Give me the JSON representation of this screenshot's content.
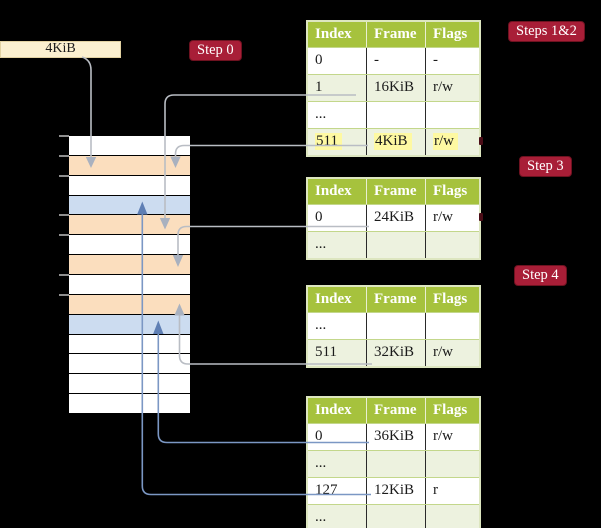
{
  "memory": {
    "page_size_label": "4KiB",
    "row_colors": [
      "white",
      "orange",
      "white",
      "blue",
      "orange",
      "white",
      "orange",
      "white",
      "orange",
      "blue",
      "white",
      "white",
      "white",
      "white"
    ],
    "tick_boundaries": [
      0,
      1,
      2,
      4,
      5,
      7,
      8
    ],
    "palette": {
      "white": "#ffffff",
      "orange": "#fbdebe",
      "blue": "#ccdcf0"
    }
  },
  "steps": {
    "step0": "Step 0",
    "steps12": "Steps 1&2",
    "step3": "Step 3",
    "step4": "Step 4"
  },
  "tables": [
    {
      "name": "page-table-1",
      "headers": [
        "Index",
        "Frame",
        "Flags"
      ],
      "rows": [
        {
          "cells": [
            "0",
            "-",
            "-"
          ],
          "shade": false,
          "highlight": false
        },
        {
          "cells": [
            "1",
            "16KiB",
            "r/w"
          ],
          "shade": true,
          "highlight": false
        },
        {
          "cells": [
            "...",
            "",
            ""
          ],
          "shade": false,
          "highlight": false
        },
        {
          "cells": [
            "511",
            "4KiB",
            "r/w"
          ],
          "shade": true,
          "highlight": true
        }
      ]
    },
    {
      "name": "page-table-2",
      "headers": [
        "Index",
        "Frame",
        "Flags"
      ],
      "rows": [
        {
          "cells": [
            "0",
            "24KiB",
            "r/w"
          ],
          "shade": false,
          "highlight": false
        },
        {
          "cells": [
            "...",
            "",
            ""
          ],
          "shade": true,
          "highlight": false
        }
      ]
    },
    {
      "name": "page-table-3",
      "headers": [
        "Index",
        "Frame",
        "Flags"
      ],
      "rows": [
        {
          "cells": [
            "...",
            "",
            ""
          ],
          "shade": false,
          "highlight": false
        },
        {
          "cells": [
            "511",
            "32KiB",
            "r/w"
          ],
          "shade": true,
          "highlight": false
        }
      ]
    },
    {
      "name": "page-table-4",
      "headers": [
        "Index",
        "Frame",
        "Flags"
      ],
      "rows": [
        {
          "cells": [
            "0",
            "36KiB",
            "r/w"
          ],
          "shade": false,
          "highlight": false
        },
        {
          "cells": [
            "...",
            "",
            ""
          ],
          "shade": true,
          "highlight": false
        },
        {
          "cells": [
            "127",
            "12KiB",
            "r"
          ],
          "shade": false,
          "highlight": false
        },
        {
          "cells": [
            "...",
            "",
            ""
          ],
          "shade": true,
          "highlight": false
        }
      ]
    }
  ],
  "colors": {
    "background": "#000000",
    "step_label_bg": "#a81e37",
    "table_header_bg": "#a6c23d",
    "table_row_alt": "#edf2df",
    "highlight": "#fef9a2",
    "page_size_box_bg": "#fbf0d0",
    "arrow_gray": "#b9bdc4",
    "arrow_blue": "#7b97c4",
    "memory_orange": "#fbdebe",
    "memory_blue": "#ccdcf0"
  }
}
